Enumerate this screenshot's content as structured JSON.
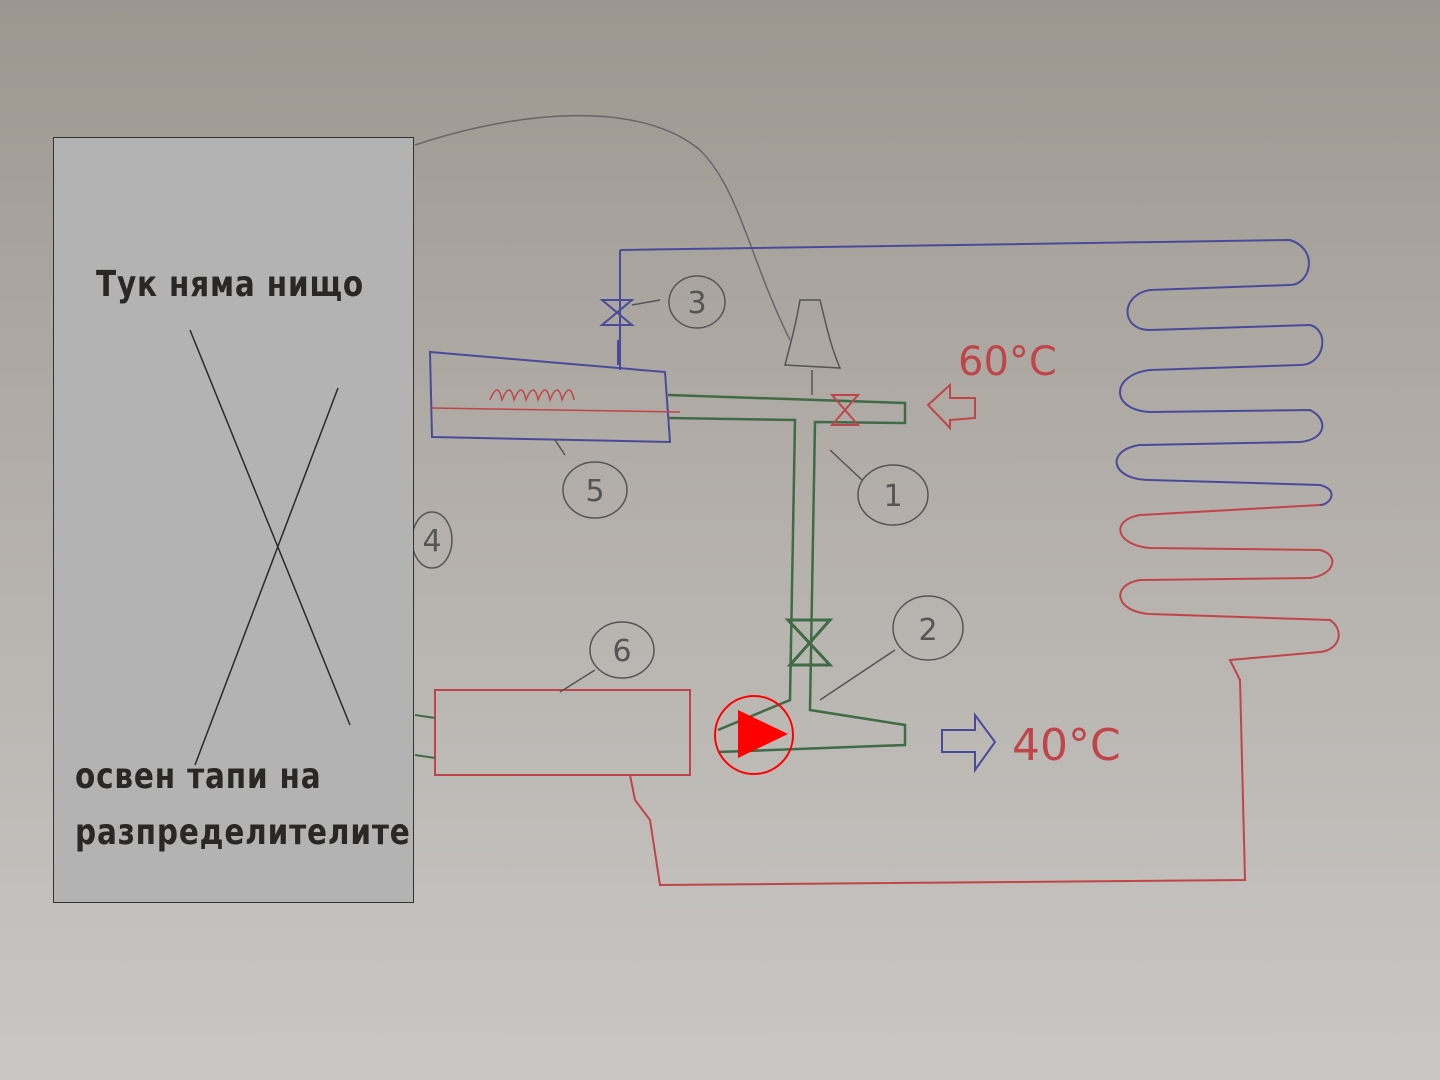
{
  "overlay": {
    "top_text": "Тук няма нищо",
    "bottom_line1": "освен тапи на",
    "bottom_line2": "разпределителите"
  },
  "diagram": {
    "hot_temp": "60°C",
    "cold_temp": "40°C",
    "markers": [
      "1",
      "2",
      "3",
      "4",
      "5",
      "6"
    ]
  },
  "colors": {
    "hot": "#c0454a",
    "cold": "#4a4a9a",
    "pipe": "#3f6b47",
    "pencil": "#555555",
    "pump": "#ff0000"
  },
  "play_button": {
    "icon": "play-icon"
  }
}
